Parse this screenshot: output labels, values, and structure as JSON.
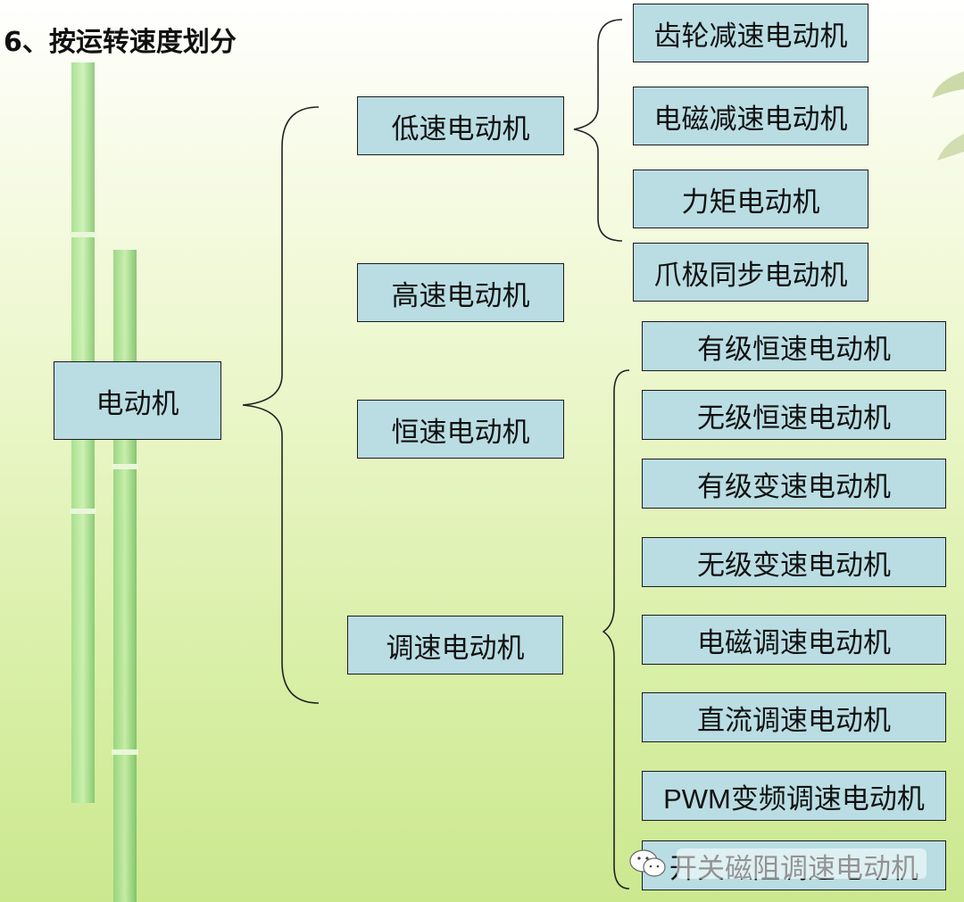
{
  "title": "6、按运转速度划分",
  "root": "电动机",
  "groups": {
    "low": "低速电动机",
    "high": "高速电动机",
    "constant": "恒速电动机",
    "variable": "调速电动机"
  },
  "low_items": [
    "齿轮减速电动机",
    "电磁减速电动机",
    "力矩电动机"
  ],
  "high_items": [
    "爪极同步电动机"
  ],
  "variable_items": [
    "有级恒速电动机",
    "无级恒速电动机",
    "有级变速电动机",
    "无级变速电动机",
    "电磁调速电动机",
    "直流调速电动机",
    "PWM变频调速电动机",
    "开关磁阻调速电动机"
  ],
  "colors": {
    "box_fill": "#b9dde3",
    "border": "#1b1b1b",
    "bamboo": "#8fd07a",
    "background_bottom": "#cbe88f"
  },
  "icons": [
    "bamboo-stalk",
    "leaf",
    "wechat-icon"
  ]
}
